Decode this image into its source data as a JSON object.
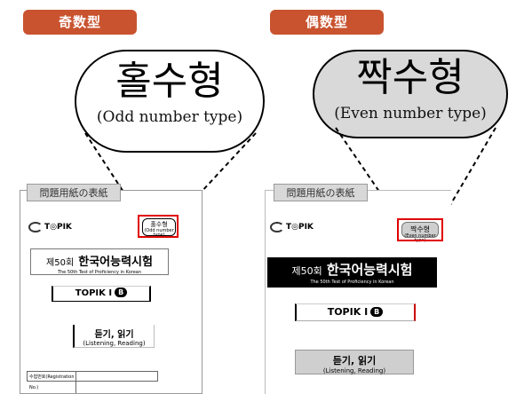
{
  "left": {
    "tag": "奇数型",
    "bubble_main": "홀수형",
    "bubble_sub": "(Odd number type)",
    "mini_main": "홀수형",
    "mini_sub": "(Odd number type)"
  },
  "right": {
    "tag": "偶数型",
    "bubble_main": "짝수형",
    "bubble_sub": "(Even number type)",
    "mini_main": "짝수형",
    "mini_sub": "(Even number type)"
  },
  "sheet": {
    "section_label": "問題用紙の表紙",
    "logo_text": "T◎PIK",
    "round": "제50회",
    "test_name": "한국어능력시험",
    "test_name_en": "The 50th Test of Proficiency in Korean",
    "level": "TOPIK Ⅰ",
    "level_badge": "B",
    "subject_kor": "듣기, 읽기",
    "subject_eng": "(Listening, Reading)",
    "registration_label": "수험번호(Registration No.)"
  },
  "colors": {
    "tag_bg": "#c9532f",
    "highlight": "#e00000",
    "even_gray": "#d9d9d9"
  }
}
